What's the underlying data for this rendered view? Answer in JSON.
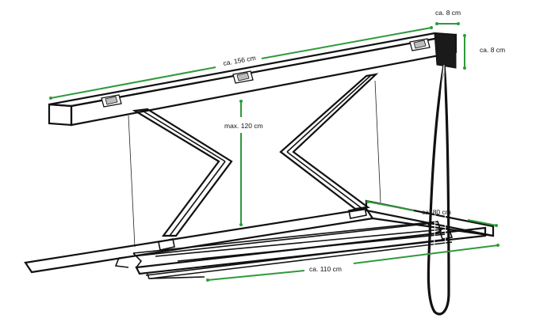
{
  "colors": {
    "dimension": "#2e9a3a",
    "outline": "#111111",
    "fill": "#ffffff",
    "end_cap": "#1a1a1a",
    "mount_bracket": "#bdbdbd"
  },
  "labels": {
    "top_width": "ca. 8 cm",
    "top_height": "ca. 8 cm",
    "length": "ca. 156 cm",
    "max_drop": "max. 120 cm",
    "rack_depth": "ca. 80 cm",
    "rack_length": "ca. 110 cm"
  }
}
